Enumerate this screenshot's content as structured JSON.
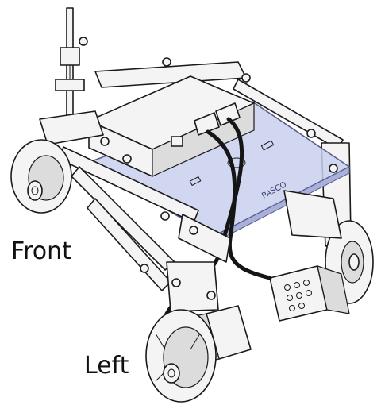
{
  "labels": {
    "front": "Front",
    "left": "Left"
  },
  "plate_marking": "PASCO",
  "colors": {
    "line": "#1a1a1a",
    "plate_fill": "#c9cfee",
    "plate_edge": "#5a5f8a",
    "body_fill": "#f4f4f4",
    "shade": "#dcdcdc",
    "cable": "#151515"
  },
  "icons": [
    "wheel-icon",
    "motor-icon",
    "controller-box-icon",
    "cable-icon",
    "mast-icon"
  ]
}
